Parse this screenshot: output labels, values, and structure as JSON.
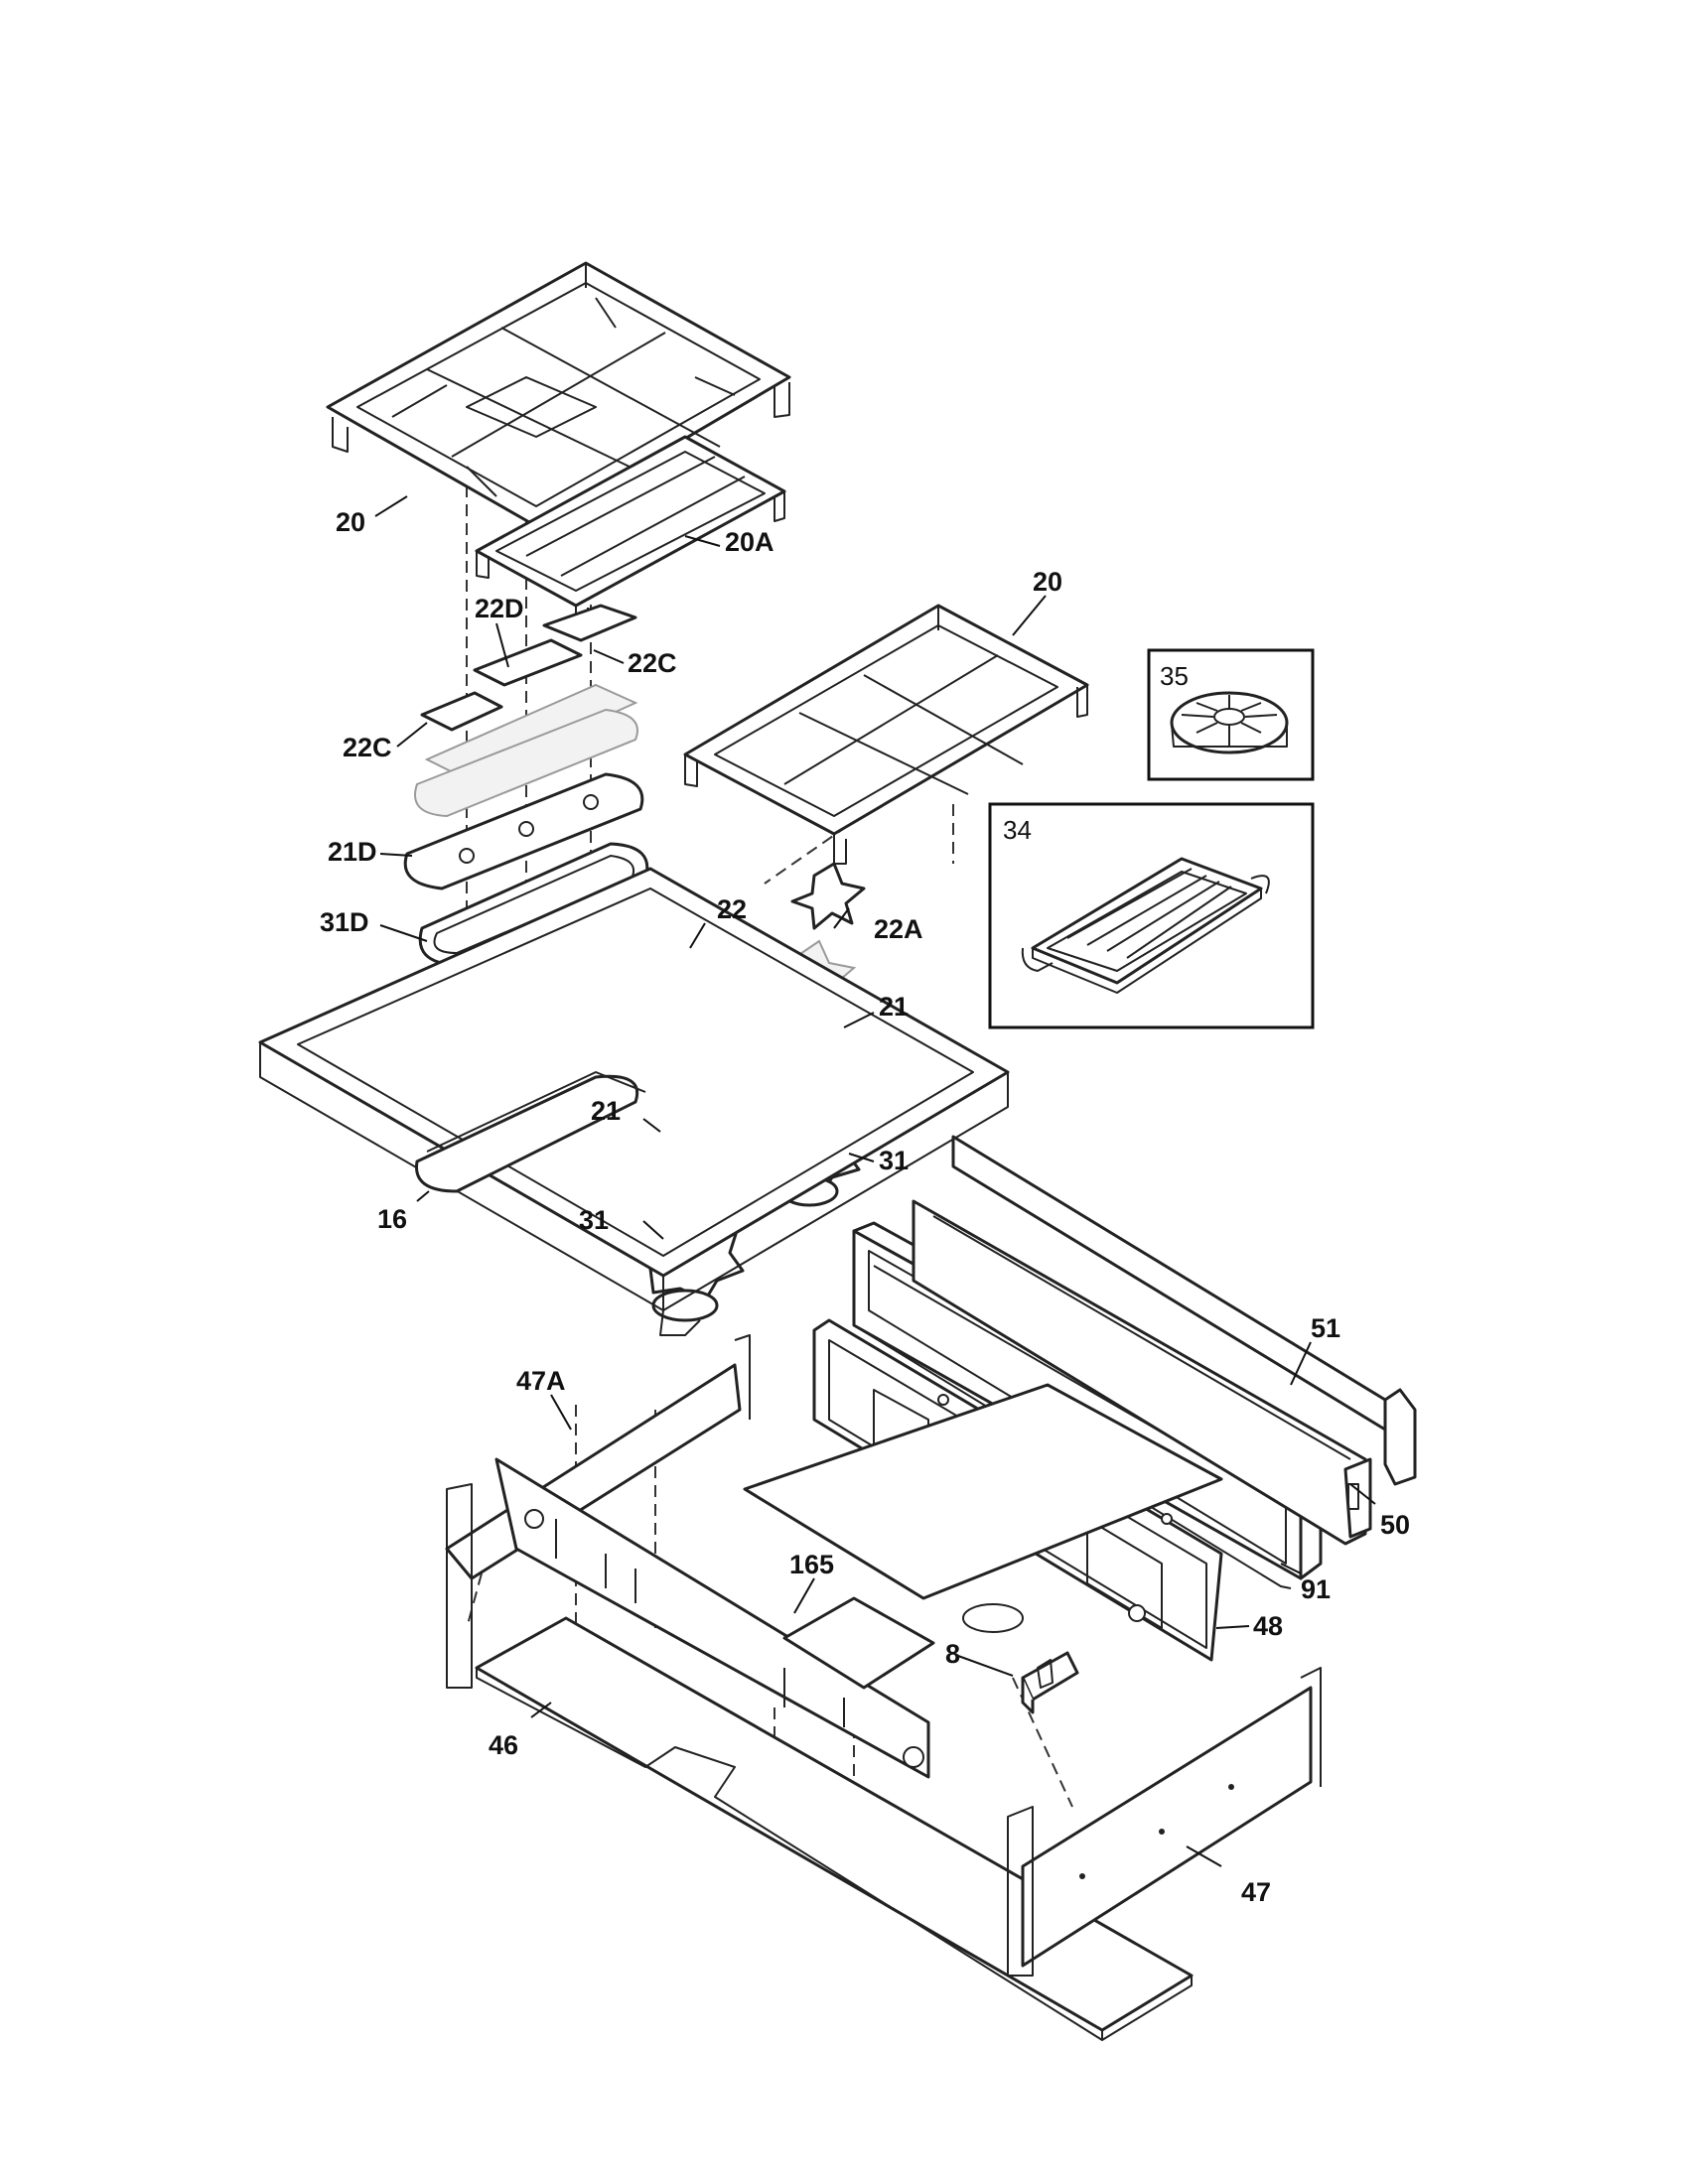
{
  "diagram": {
    "callouts": {
      "grate_left": "20",
      "grate_center": "20A",
      "grate_right": "20",
      "griddle_cover_top": "22D",
      "griddle_cap_right": "22C",
      "griddle_cap_left": "22C",
      "griddle_burner": "21D",
      "griddle_seal": "31D",
      "burner_cap": "22",
      "burner_cap_small": "22A",
      "burner_head_right": "21",
      "burner_head_left": "21",
      "burner_seal_right": "31",
      "burner_seal_left": "31",
      "cooktop": "16",
      "wok_ring": "35",
      "griddle": "34",
      "trim_back": "51",
      "trim_front": "91",
      "trim_bracket": "50",
      "side_panel_left": "47A",
      "panel_rear": "48",
      "baffle": "165",
      "igniter_module": "8",
      "bottom_panel": "46",
      "side_panel_right": "47"
    }
  }
}
